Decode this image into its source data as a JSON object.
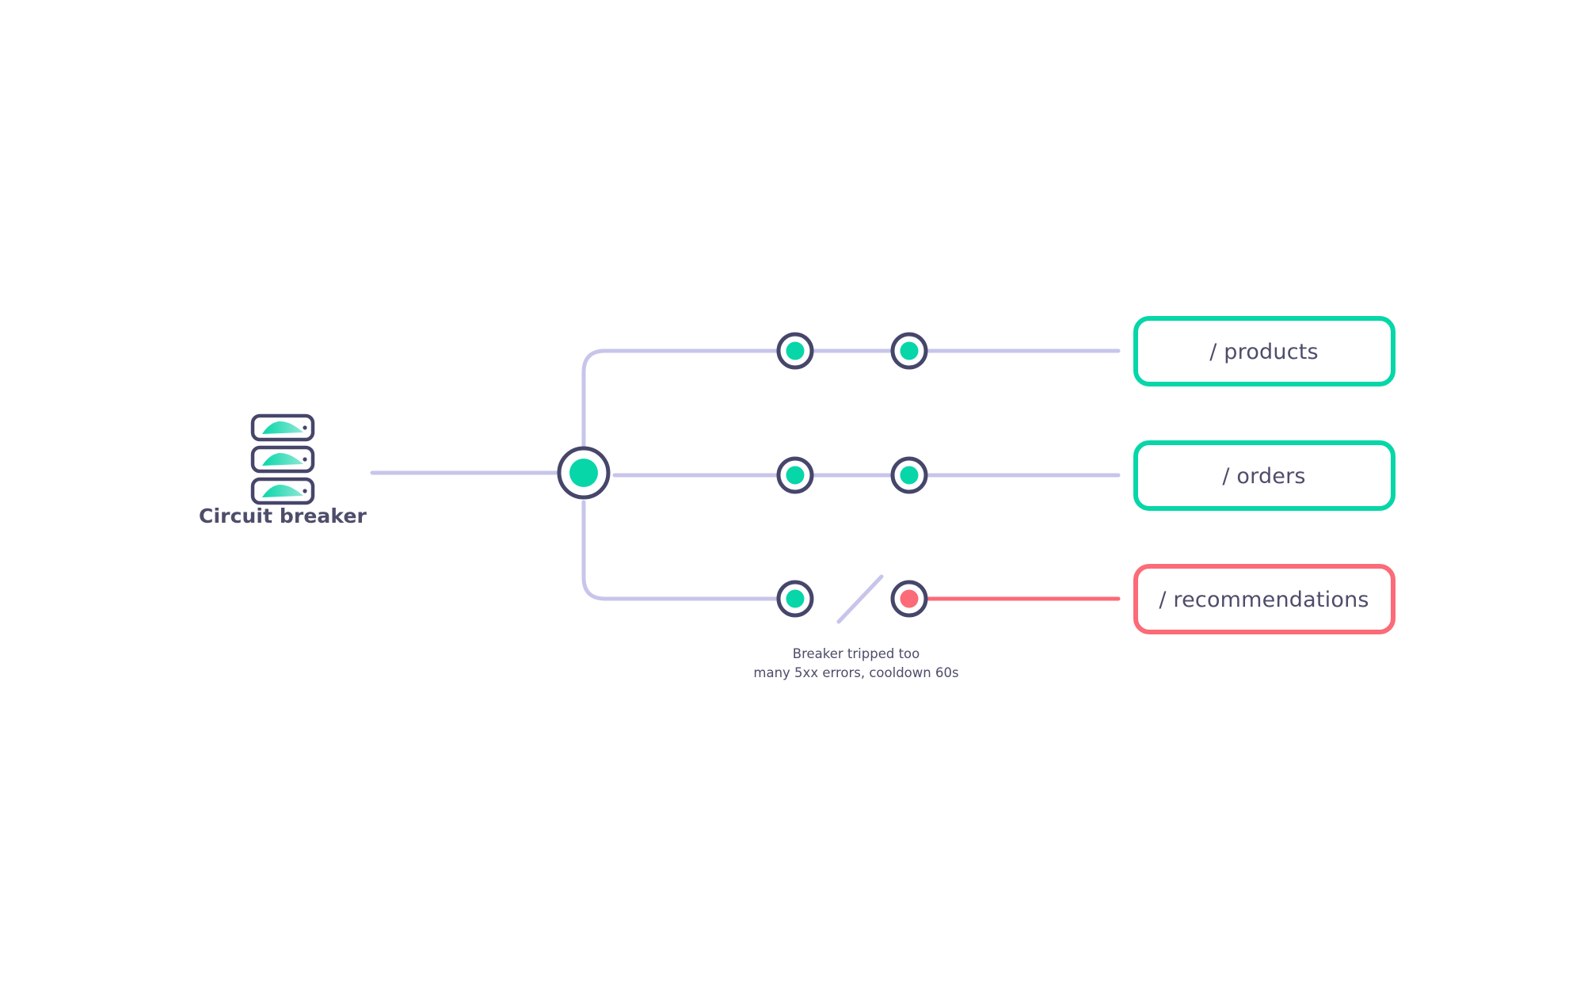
{
  "diagram": {
    "title_visible": false,
    "source": {
      "label": "Circuit breaker",
      "icon": "server-stack-icon",
      "slat_count": 3
    },
    "hub": {
      "name": "branch-hub-node",
      "state": "healthy"
    },
    "branches": [
      {
        "id": "products",
        "label": "/ products",
        "status": "healthy",
        "border_color": "#07D6A8",
        "link_color": "#C7C5EA",
        "link_broken": false,
        "nodes": [
          {
            "name": "hop-node-1",
            "state": "healthy",
            "fill": "#07D6A8"
          },
          {
            "name": "hop-node-2",
            "state": "healthy",
            "fill": "#07D6A8"
          }
        ]
      },
      {
        "id": "orders",
        "label": "/ orders",
        "status": "healthy",
        "border_color": "#07D6A8",
        "link_color": "#C7C5EA",
        "link_broken": false,
        "nodes": [
          {
            "name": "hop-node-1",
            "state": "healthy",
            "fill": "#07D6A8"
          },
          {
            "name": "hop-node-2",
            "state": "healthy",
            "fill": "#07D6A8"
          }
        ]
      },
      {
        "id": "recommendations",
        "label": "/ recommendations",
        "status": "tripped",
        "border_color": "#FB6B78",
        "link_color": "#FB6B78",
        "link_broken": true,
        "nodes": [
          {
            "name": "hop-node-1",
            "state": "healthy",
            "fill": "#07D6A8"
          },
          {
            "name": "hop-node-2",
            "state": "failed",
            "fill": "#FB6B78"
          }
        ],
        "caption": {
          "line1": "Breaker tripped too",
          "line2": "many 5xx errors, cooldown 60s"
        }
      }
    ],
    "colors": {
      "teal": "#07D6A8",
      "red": "#FB6B78",
      "lavender": "#C7C5EA",
      "ink": "#46466b",
      "text": "#4d4d6b",
      "background": "#ffffff"
    }
  }
}
